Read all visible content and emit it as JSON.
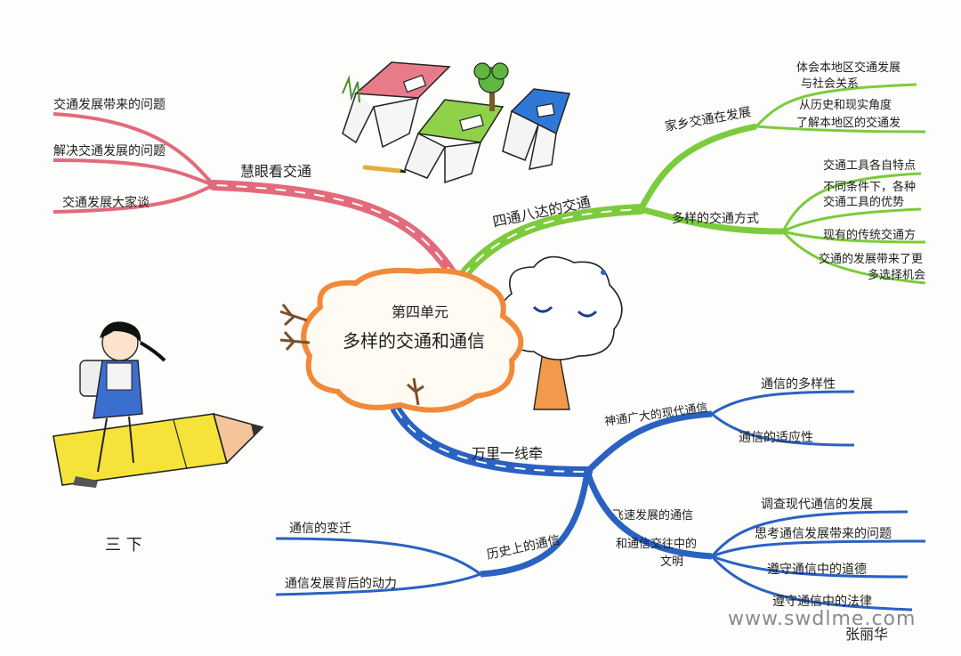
{
  "center": {
    "unit": "第四单元",
    "title": "多样的交通和通信"
  },
  "branches": {
    "traffic_view": {
      "label": "慧眼看交通",
      "items": [
        "交通发展带来的问题",
        "解决交通发展的问题",
        "交通发展大家谈"
      ]
    },
    "traffic_network": {
      "label": "四通八达的交通",
      "sub1": {
        "label": "家乡交通在发展",
        "items": [
          "体会本地区交通发展",
          "与社会关系",
          "从历史和现实角度",
          "了解本地区的交通发"
        ]
      },
      "sub2": {
        "label": "多样的交通方式",
        "items": [
          "交通工具各自特点",
          "不同条件下，各种",
          "交通工具的优势",
          "现有的传统交通方",
          "交通的发展带来了更",
          "多选择机会"
        ]
      }
    },
    "communication": {
      "label": "万里一线牵",
      "sub1": {
        "label": "神通广大的现代通信",
        "items": [
          "通信的多样性",
          "通信的适应性"
        ]
      },
      "sub2": {
        "label_line1": "飞速发展的通信",
        "label_line2": "和通信交往中的",
        "label_line3": "文明",
        "items": [
          "调查现代通信的发展",
          "思考通信发展带来的问题",
          "遵守通信中的道德",
          "遵守通信中的法律"
        ]
      },
      "sub3": {
        "label": "历史上的通信",
        "items": [
          "通信的变迁",
          "通信发展背后的动力"
        ]
      }
    }
  },
  "grade_label": "三 下",
  "author": "张丽华",
  "watermark": "www.swdlme.com",
  "colors": {
    "red": "#e26a7b",
    "green": "#7ccb3c",
    "blue": "#2a62c2",
    "orange": "#f08a3a",
    "ink": "#1e1e1e"
  }
}
